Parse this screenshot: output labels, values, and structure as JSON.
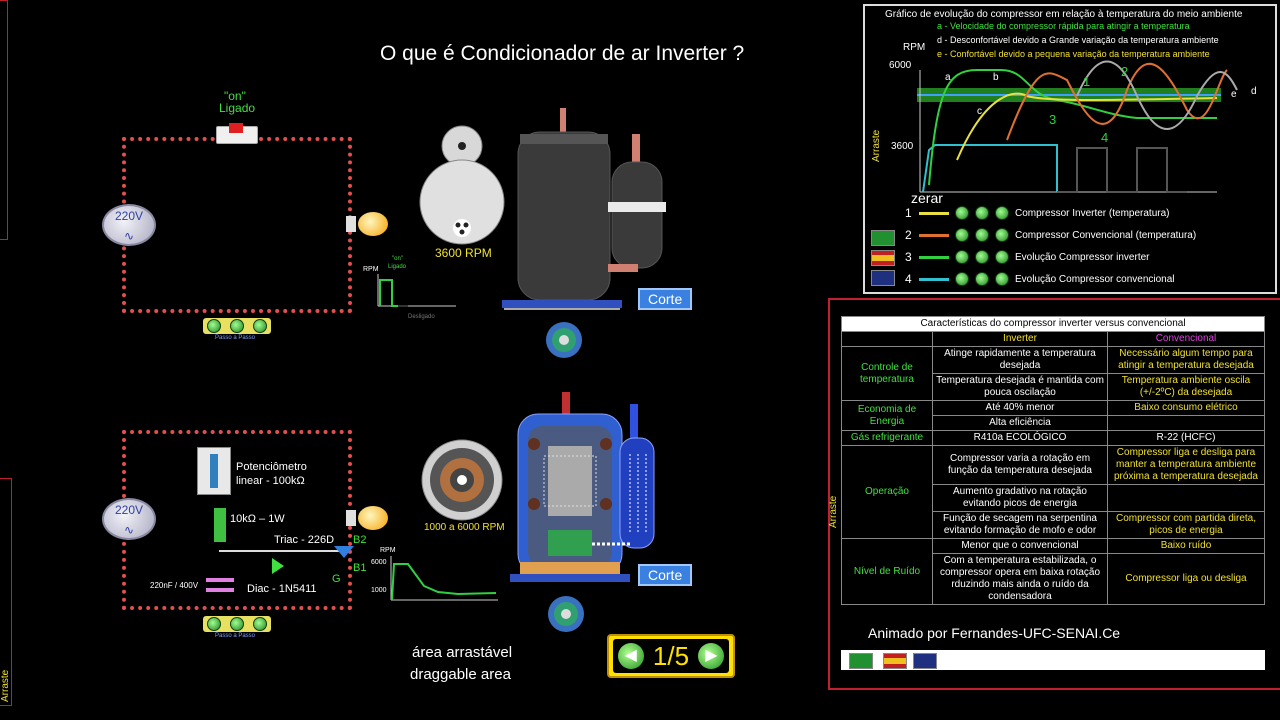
{
  "title": "O que é Condicionador de ar Inverter ?",
  "side_label": "Arraste",
  "circuit1": {
    "switch_top": "\"on\"",
    "switch_bottom": "Ligado",
    "source": "220V",
    "steps": "Passo a Passo",
    "rpm": "3600 RPM",
    "mini_rpm": "RPM",
    "mini_on": "\"on\"",
    "mini_ligado": "Ligado",
    "mini_off": "Desligado"
  },
  "circuit2": {
    "source": "220V",
    "potentiometer": "Potenciômetro",
    "potentiometer2": "linear - 100kΩ",
    "resistor": "10kΩ – 1W",
    "triac": "Triac - 226D",
    "capacitor": "220nF / 400V",
    "diac": "Diac - 1N5411",
    "b2": "B2",
    "b1": "B1",
    "g": "G",
    "steps": "Passo a Passo",
    "rpm_range": "1000 a 6000 RPM",
    "mini_rpm": "RPM",
    "mini_6000": "6000",
    "mini_1000": "1000"
  },
  "corte_label": "Corte",
  "drag_area": [
    "área arrastável",
    "draggable area"
  ],
  "pager": "1/5",
  "graph": {
    "title": "Gráfico de evolução do compressor em  relação à temperatura do meio ambiente",
    "legend_a": "a - Velocidade do compressor rápida para atingir a temperatura",
    "legend_d": "d - Desconfortável devido a Grande variação da temperatura ambiente",
    "legend_e": "e - Confortável devido a pequena variação da temperatura ambiente",
    "rpm": "RPM",
    "v6000": "6000",
    "v3600": "3600",
    "arraste": "Arraste",
    "zerar": "zerar",
    "letters": [
      "a",
      "b",
      "c",
      "d",
      "e"
    ],
    "curve_nums": [
      "1",
      "2",
      "3",
      "4"
    ],
    "rows": [
      {
        "n": "1",
        "label": "Compressor Inverter (temperatura)",
        "color": "#e8e040"
      },
      {
        "n": "2",
        "label": "Compressor Convencional (temperatura)",
        "color": "#e07030"
      },
      {
        "n": "3",
        "label": "Evolução Compressor inverter",
        "color": "#30d040"
      },
      {
        "n": "4",
        "label": "Evolução Compressor convencional",
        "color": "#30c0d0"
      }
    ]
  },
  "table": {
    "title": "Características do compressor inverter versus convencional",
    "arraste": "Arraste",
    "col_inverter": "Inverter",
    "col_conv": "Convencional",
    "r1_cat": "Controle de temperatura",
    "r1a_inv": "Atinge rapidamente a temperatura desejada",
    "r1a_conv": "Necessário algum tempo para atingir a temperatura desejada",
    "r1b_inv": "Temperatura desejada é mantida com pouca oscilação",
    "r1b_conv": "Temperatura ambiente oscila (+/-2ºC) da desejada",
    "r2_cat": "Economia de Energia",
    "r2a_inv": "Até 40% menor",
    "r2a_conv": "Baixo consumo elétrico",
    "r2b_inv": "Alta eficiência",
    "r3_cat": "Gás refrigerante",
    "r3_inv": "R410a ECOLÓGICO",
    "r3_conv": "R-22 (HCFC)",
    "r4_cat": "Operação",
    "r4a_inv": "Compressor varia a rotação em função da temperatura desejada",
    "r4a_conv": "Compressor liga e desliga para manter a temperatura ambiente próxima a temperatura desejada",
    "r4b_inv": "Aumento gradativo na rotação evitando picos de energia",
    "r4c_inv": "Função de secagem na serpentina evitando formação de mofo e odor",
    "r4c_conv": "Compressor com partida direta, picos de energia",
    "r5_cat": "Nível de Ruído",
    "r5a_inv": "Menor que o convencional",
    "r5a_conv": "Baixo ruído",
    "r5b_inv": "Com a temperatura estabilizada, o compressor opera em baixa rotação rduzindo mais ainda o ruído da condensadora",
    "r5b_conv": "Compressor liga ou desliga",
    "credit": "Animado por Fernandes-UFC-SENAI.Ce"
  },
  "colors": {
    "circuit": "#e05050",
    "green": "#40e040",
    "yellow": "#f0e030",
    "accent_red": "#c02030"
  }
}
